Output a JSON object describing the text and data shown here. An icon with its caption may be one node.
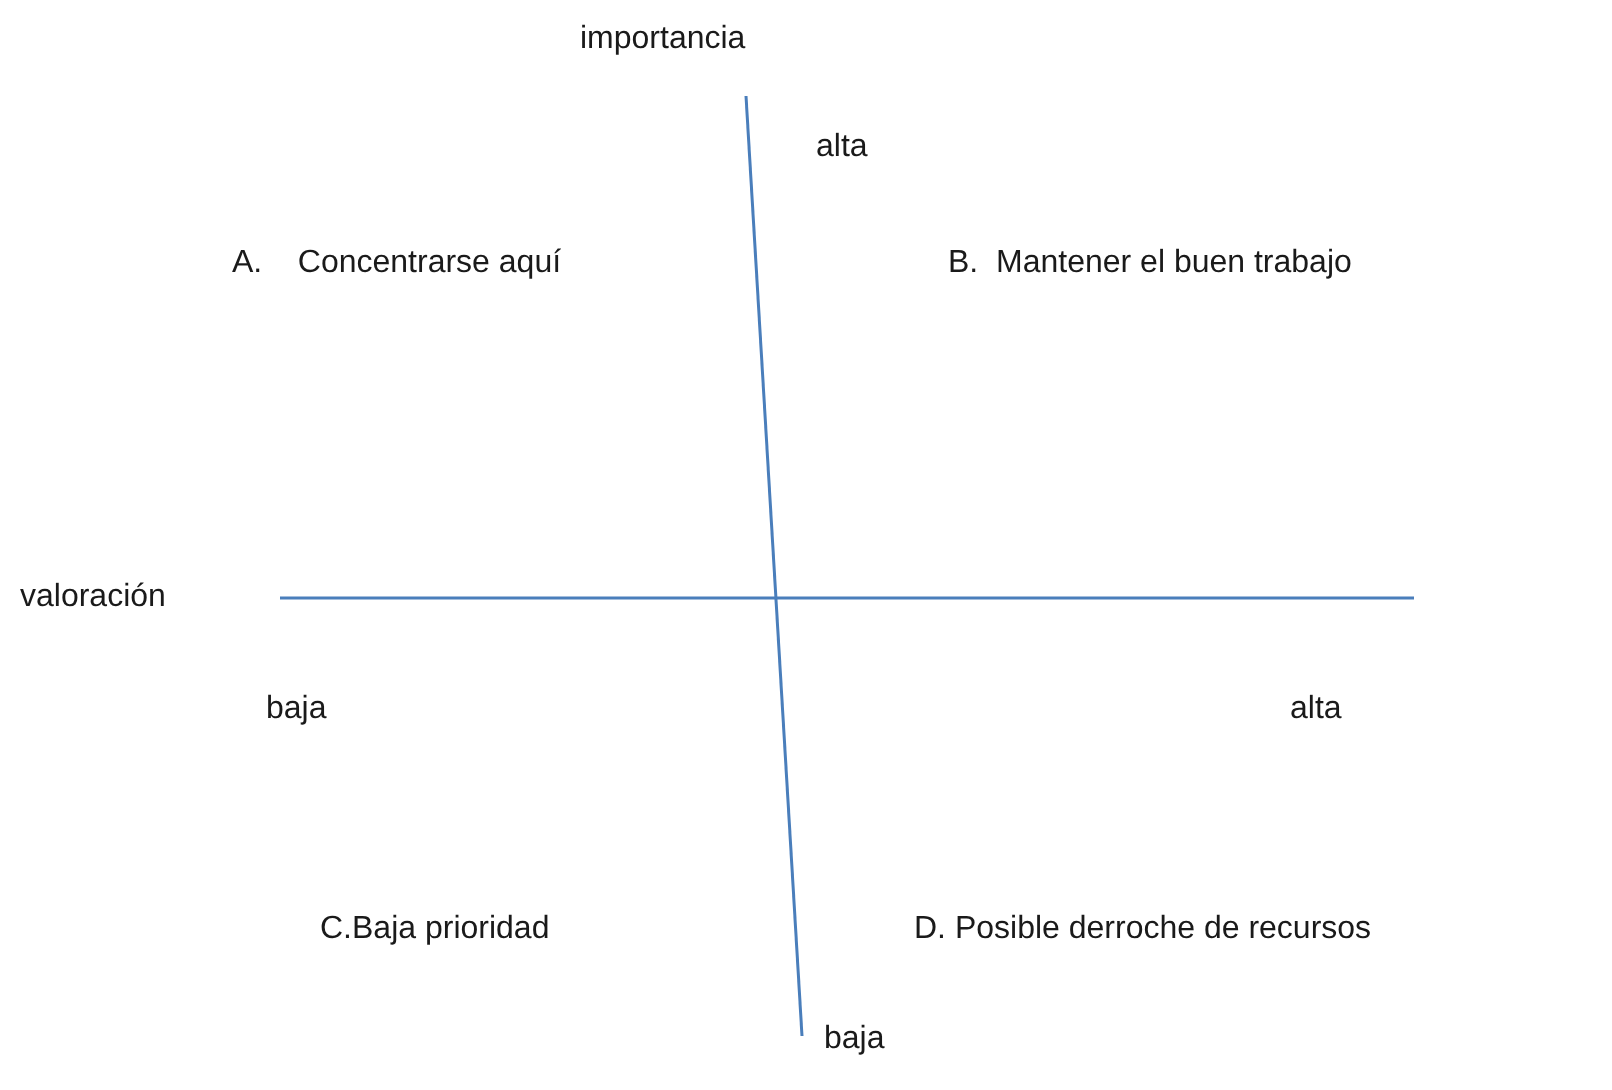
{
  "diagram": {
    "labels": [
      "importancia",
      "alta",
      "A.    Concentrarse aquí",
      "B.  Mantener el buen trabajo",
      "valoración",
      "baja",
      "alta",
      "C.Baja prioridad",
      "D. Posible derroche de recursos",
      "baja"
    ]
  }
}
